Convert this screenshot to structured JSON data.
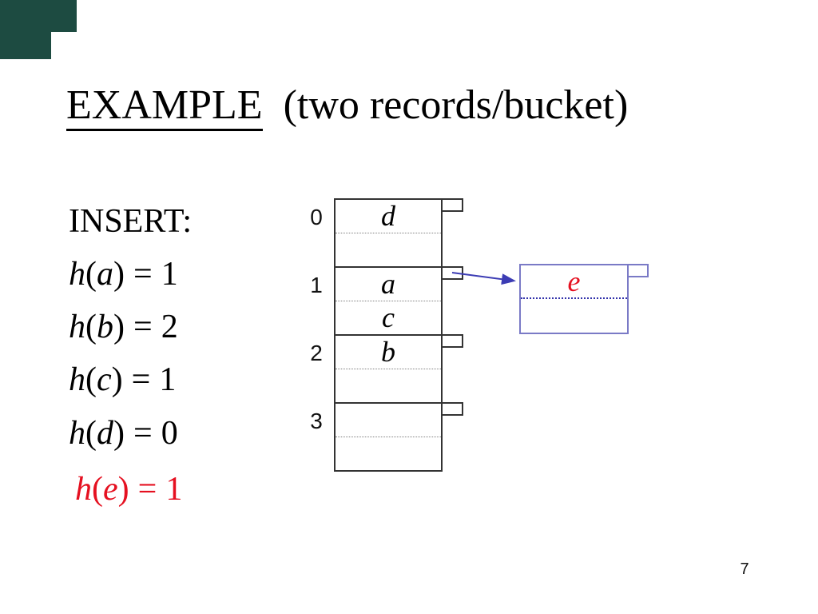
{
  "page": {
    "number": "7"
  },
  "decoration": {
    "corner_color": "#1d4b41"
  },
  "title": {
    "underlined_text": "EXAMPLE",
    "suffix_text": "(two records/bucket)"
  },
  "insert_list": {
    "heading": "INSERT:",
    "items": [
      {
        "func": "h",
        "open": "(",
        "arg": "a",
        "close": ")",
        "eq": "=",
        "value": "1"
      },
      {
        "func": "h",
        "open": "(",
        "arg": "b",
        "close": ")",
        "eq": "=",
        "value": "2"
      },
      {
        "func": "h",
        "open": "(",
        "arg": "c",
        "close": ")",
        "eq": "=",
        "value": "1"
      },
      {
        "func": "h",
        "open": "(",
        "arg": "d",
        "close": ")",
        "eq": "=",
        "value": "0"
      },
      {
        "func": "h",
        "open": "(",
        "arg": "e",
        "close": ")",
        "eq": "=",
        "value": "1"
      }
    ],
    "highlight_color": "#e51020"
  },
  "hash_table": {
    "records_per_bucket": "two records/bucket",
    "border_color": "#333333",
    "buckets": [
      {
        "label": "0",
        "slots": [
          "d",
          ""
        ]
      },
      {
        "label": "1",
        "slots": [
          "a",
          "c"
        ]
      },
      {
        "label": "2",
        "slots": [
          "b",
          ""
        ]
      },
      {
        "label": "3",
        "slots": [
          "",
          ""
        ]
      }
    ]
  },
  "overflow_bucket": {
    "linked_from_bucket": "1",
    "border_color": "#7a7ac6",
    "record_color": "#e51020",
    "slots": [
      "e",
      ""
    ]
  },
  "arrow": {
    "color": "#3c3cb4"
  }
}
